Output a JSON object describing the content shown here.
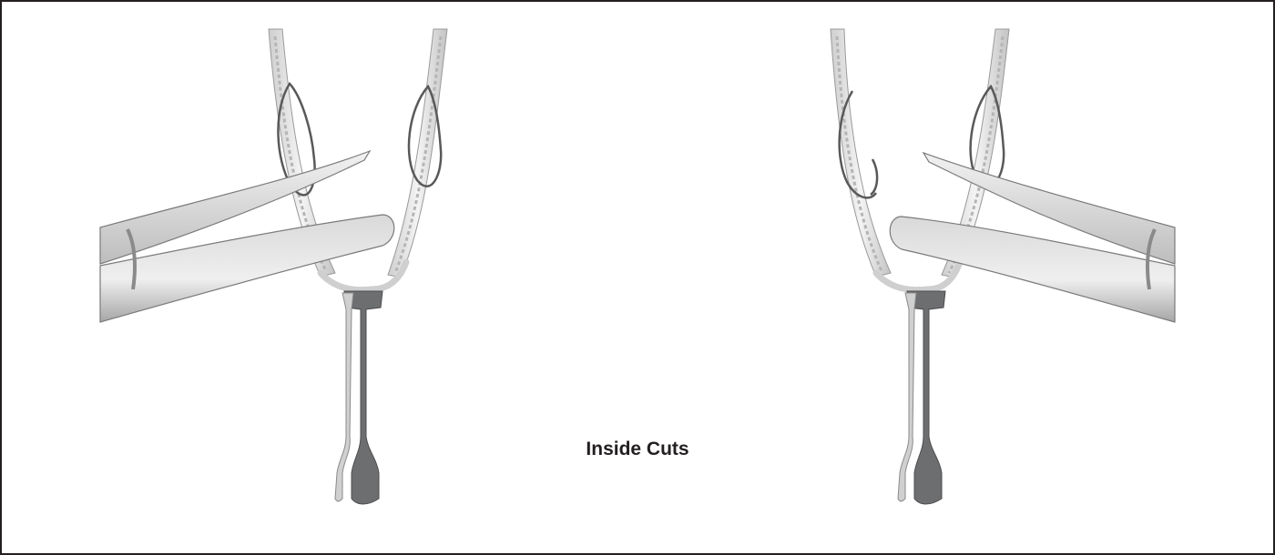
{
  "caption": "Inside Cuts",
  "colors": {
    "frame": "#231f20",
    "suture_thread": "#59595b",
    "scissors_light": "#e6e6e6",
    "scissors_dark": "#8a8a8a",
    "retainer_dark": "#6d6e70",
    "retainer_light": "#c8c8c8",
    "chain": "#dcdcdc"
  },
  "panels": [
    {
      "name": "left-panel",
      "cut_side": "inside",
      "scissors_facing": "right"
    },
    {
      "name": "right-panel",
      "cut_side": "inside",
      "scissors_facing": "left"
    }
  ]
}
